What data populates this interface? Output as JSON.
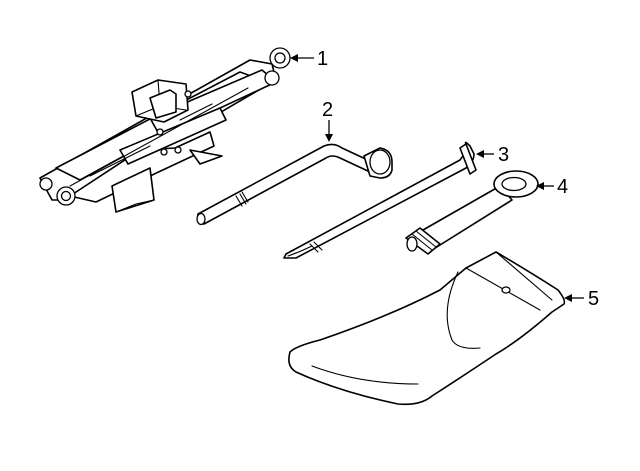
{
  "callouts": [
    {
      "number": "1",
      "part": "scissor-jack"
    },
    {
      "number": "2",
      "part": "lug-wrench-handle"
    },
    {
      "number": "3",
      "part": "jack-handle-rod"
    },
    {
      "number": "4",
      "part": "tow-eye-hook"
    },
    {
      "number": "5",
      "part": "tool-storage-bag"
    }
  ],
  "colors": {
    "line": "#000000",
    "background": "#ffffff"
  }
}
